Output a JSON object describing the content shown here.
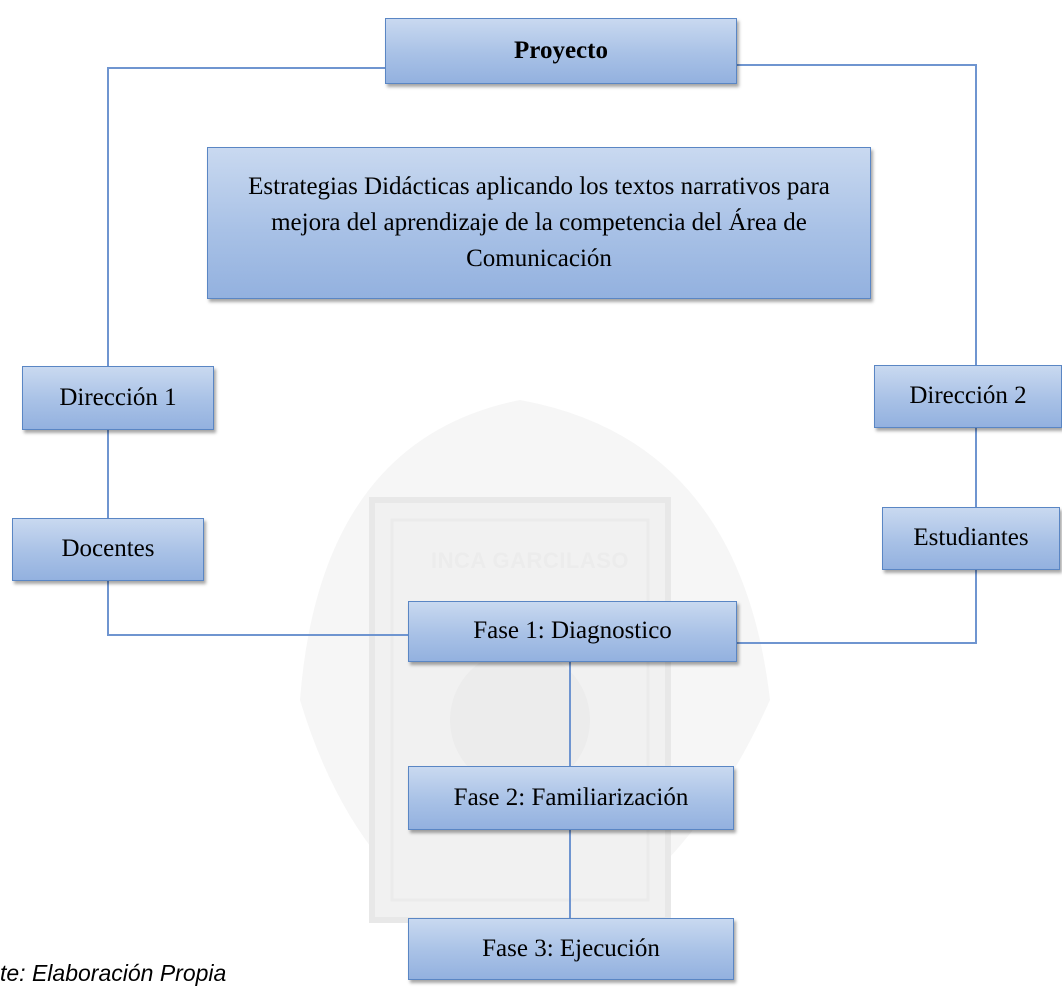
{
  "watermark": {
    "text": "INCA GARCILASO"
  },
  "nodes": {
    "proyecto": "Proyecto",
    "estrategias": "Estrategias Didácticas aplicando los textos narrativos para mejora del aprendizaje de la competencia del Área de Comunicación",
    "direccion1": "Dirección 1",
    "direccion2": "Dirección 2",
    "docentes": "Docentes",
    "estudiantes": "Estudiantes",
    "fase1": "Fase 1: Diagnostico",
    "fase2": "Fase 2: Familiarización",
    "fase3": "Fase 3: Ejecución"
  },
  "footer": {
    "note": "te: Elaboración Propia"
  },
  "colors": {
    "box_border": "#5a86c4",
    "box_fill": "#a8c1e6",
    "connector": "#6f95d0"
  }
}
